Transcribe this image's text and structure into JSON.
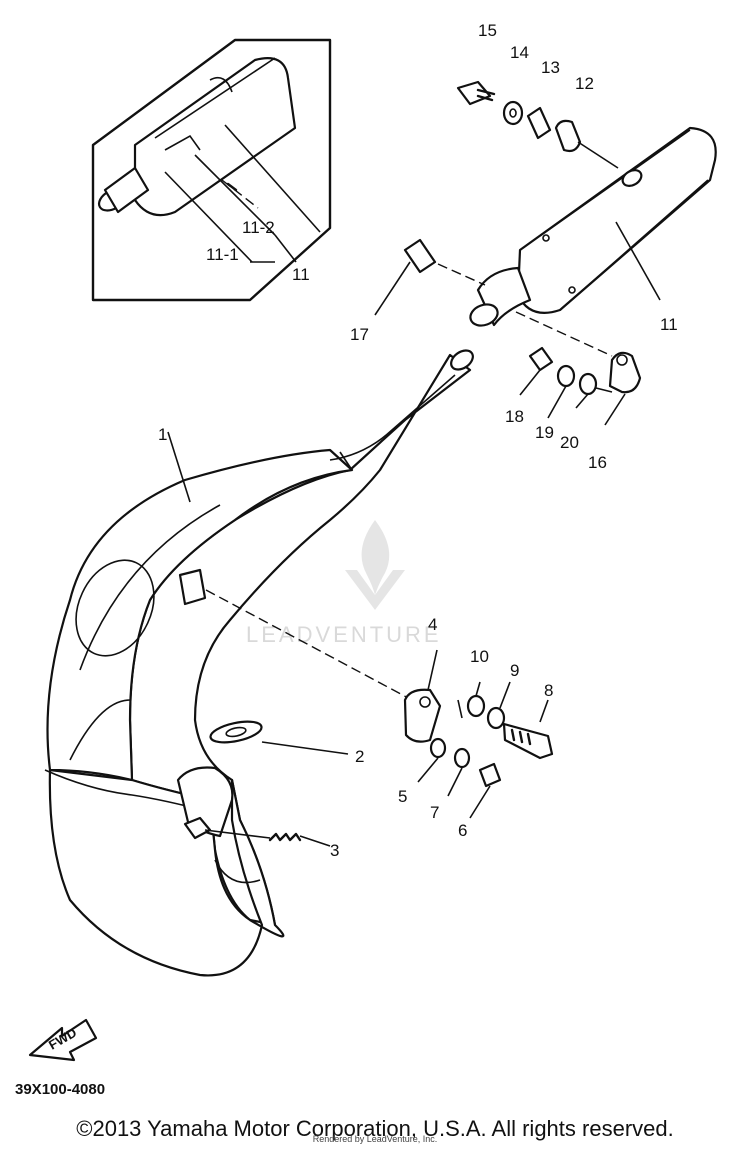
{
  "diagram": {
    "parts": [
      {
        "id": "p1",
        "label": "1"
      },
      {
        "id": "p2",
        "label": "2"
      },
      {
        "id": "p3",
        "label": "3"
      },
      {
        "id": "p4",
        "label": "4"
      },
      {
        "id": "p5",
        "label": "5"
      },
      {
        "id": "p6",
        "label": "6"
      },
      {
        "id": "p7",
        "label": "7"
      },
      {
        "id": "p8",
        "label": "8"
      },
      {
        "id": "p9",
        "label": "9"
      },
      {
        "id": "p10",
        "label": "10"
      },
      {
        "id": "p11",
        "label": "11"
      },
      {
        "id": "p11b",
        "label": "11"
      },
      {
        "id": "p11-1",
        "label": "11-1"
      },
      {
        "id": "p11-2",
        "label": "11-2"
      },
      {
        "id": "p12",
        "label": "12"
      },
      {
        "id": "p13",
        "label": "13"
      },
      {
        "id": "p14",
        "label": "14"
      },
      {
        "id": "p15",
        "label": "15"
      },
      {
        "id": "p16",
        "label": "16"
      },
      {
        "id": "p17",
        "label": "17"
      },
      {
        "id": "p18",
        "label": "18"
      },
      {
        "id": "p19",
        "label": "19"
      },
      {
        "id": "p20",
        "label": "20"
      }
    ],
    "fwd_label": "FWD",
    "drawing_code": "39X100-4080",
    "watermark": "LEADVENTURE"
  },
  "footer": {
    "copyright": "©2013 Yamaha Motor Corporation, U.S.A. All rights reserved.",
    "rendered_by": "Rendered by LeadVenture, Inc."
  }
}
